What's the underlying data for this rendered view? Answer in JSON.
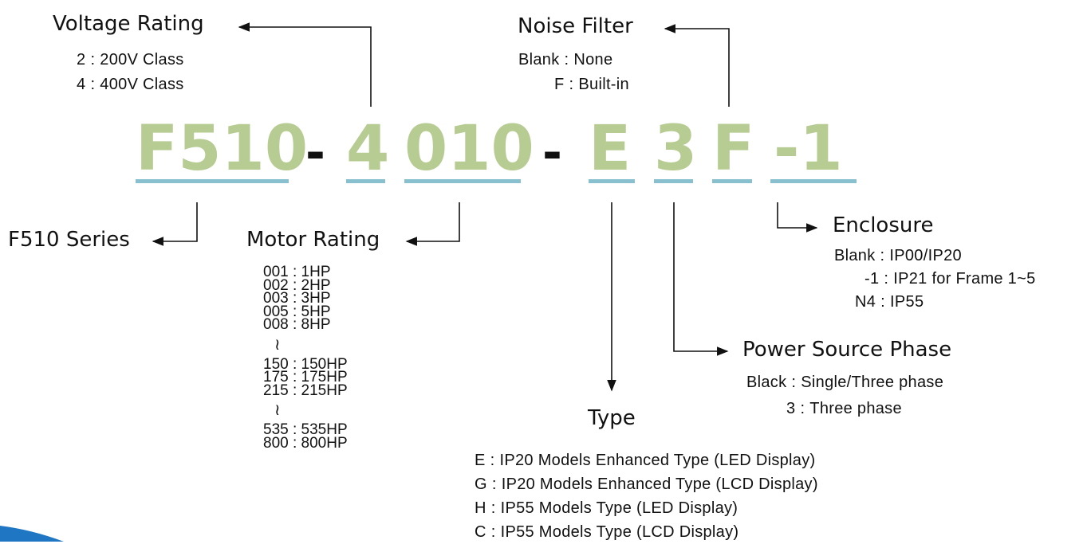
{
  "model_code": {
    "series": "F510",
    "separator": "-",
    "voltage": "4",
    "motor": "010",
    "type": "E",
    "phase": "3",
    "filter": "F",
    "enclosure": "-1"
  },
  "voltage_rating": {
    "title": "Voltage Rating",
    "options": [
      {
        "code": "2",
        "label": "200V Class"
      },
      {
        "code": "4",
        "label": "400V Class"
      }
    ]
  },
  "noise_filter": {
    "title": "Noise Filter",
    "options": [
      {
        "code": "Blank",
        "label": "None"
      },
      {
        "code": "F",
        "label": "Built-in"
      }
    ]
  },
  "series": {
    "title": "F510 Series"
  },
  "motor_rating": {
    "title": "Motor Rating",
    "options_a": [
      {
        "code": "001",
        "label": "1HP"
      },
      {
        "code": "002",
        "label": "2HP"
      },
      {
        "code": "003",
        "label": "3HP"
      },
      {
        "code": "005",
        "label": "5HP"
      },
      {
        "code": "008",
        "label": "8HP"
      }
    ],
    "options_b": [
      {
        "code": "150",
        "label": "150HP"
      },
      {
        "code": "175",
        "label": "175HP"
      },
      {
        "code": "215",
        "label": "215HP"
      }
    ],
    "options_c": [
      {
        "code": "535",
        "label": "535HP"
      },
      {
        "code": "800",
        "label": "800HP"
      }
    ],
    "range_mark": "≀"
  },
  "type": {
    "title": "Type",
    "options": [
      {
        "code": "E",
        "label": "IP20 Models Enhanced Type (LED Display)"
      },
      {
        "code": "G",
        "label": "IP20 Models Enhanced Type (LCD Display)"
      },
      {
        "code": "H",
        "label": "IP55 Models Type (LED Display)"
      },
      {
        "code": "C",
        "label": "IP55 Models Type (LCD Display)"
      }
    ]
  },
  "power_phase": {
    "title": "Power Source Phase",
    "options": [
      {
        "code": "Black",
        "label": "Single/Three phase"
      },
      {
        "code": "3",
        "label": "Three phase"
      }
    ]
  },
  "enclosure": {
    "title": "Enclosure",
    "options": [
      {
        "code": "Blank",
        "label": "IP00/IP20"
      },
      {
        "code": "-1",
        "label": "IP21 for Frame 1~5"
      },
      {
        "code": "N4",
        "label": "IP55"
      }
    ]
  },
  "colors": {
    "code_text": "#b7cc92",
    "underline": "#88c0d0",
    "connector": "#111111",
    "corner_accent": "#1f77c4"
  }
}
